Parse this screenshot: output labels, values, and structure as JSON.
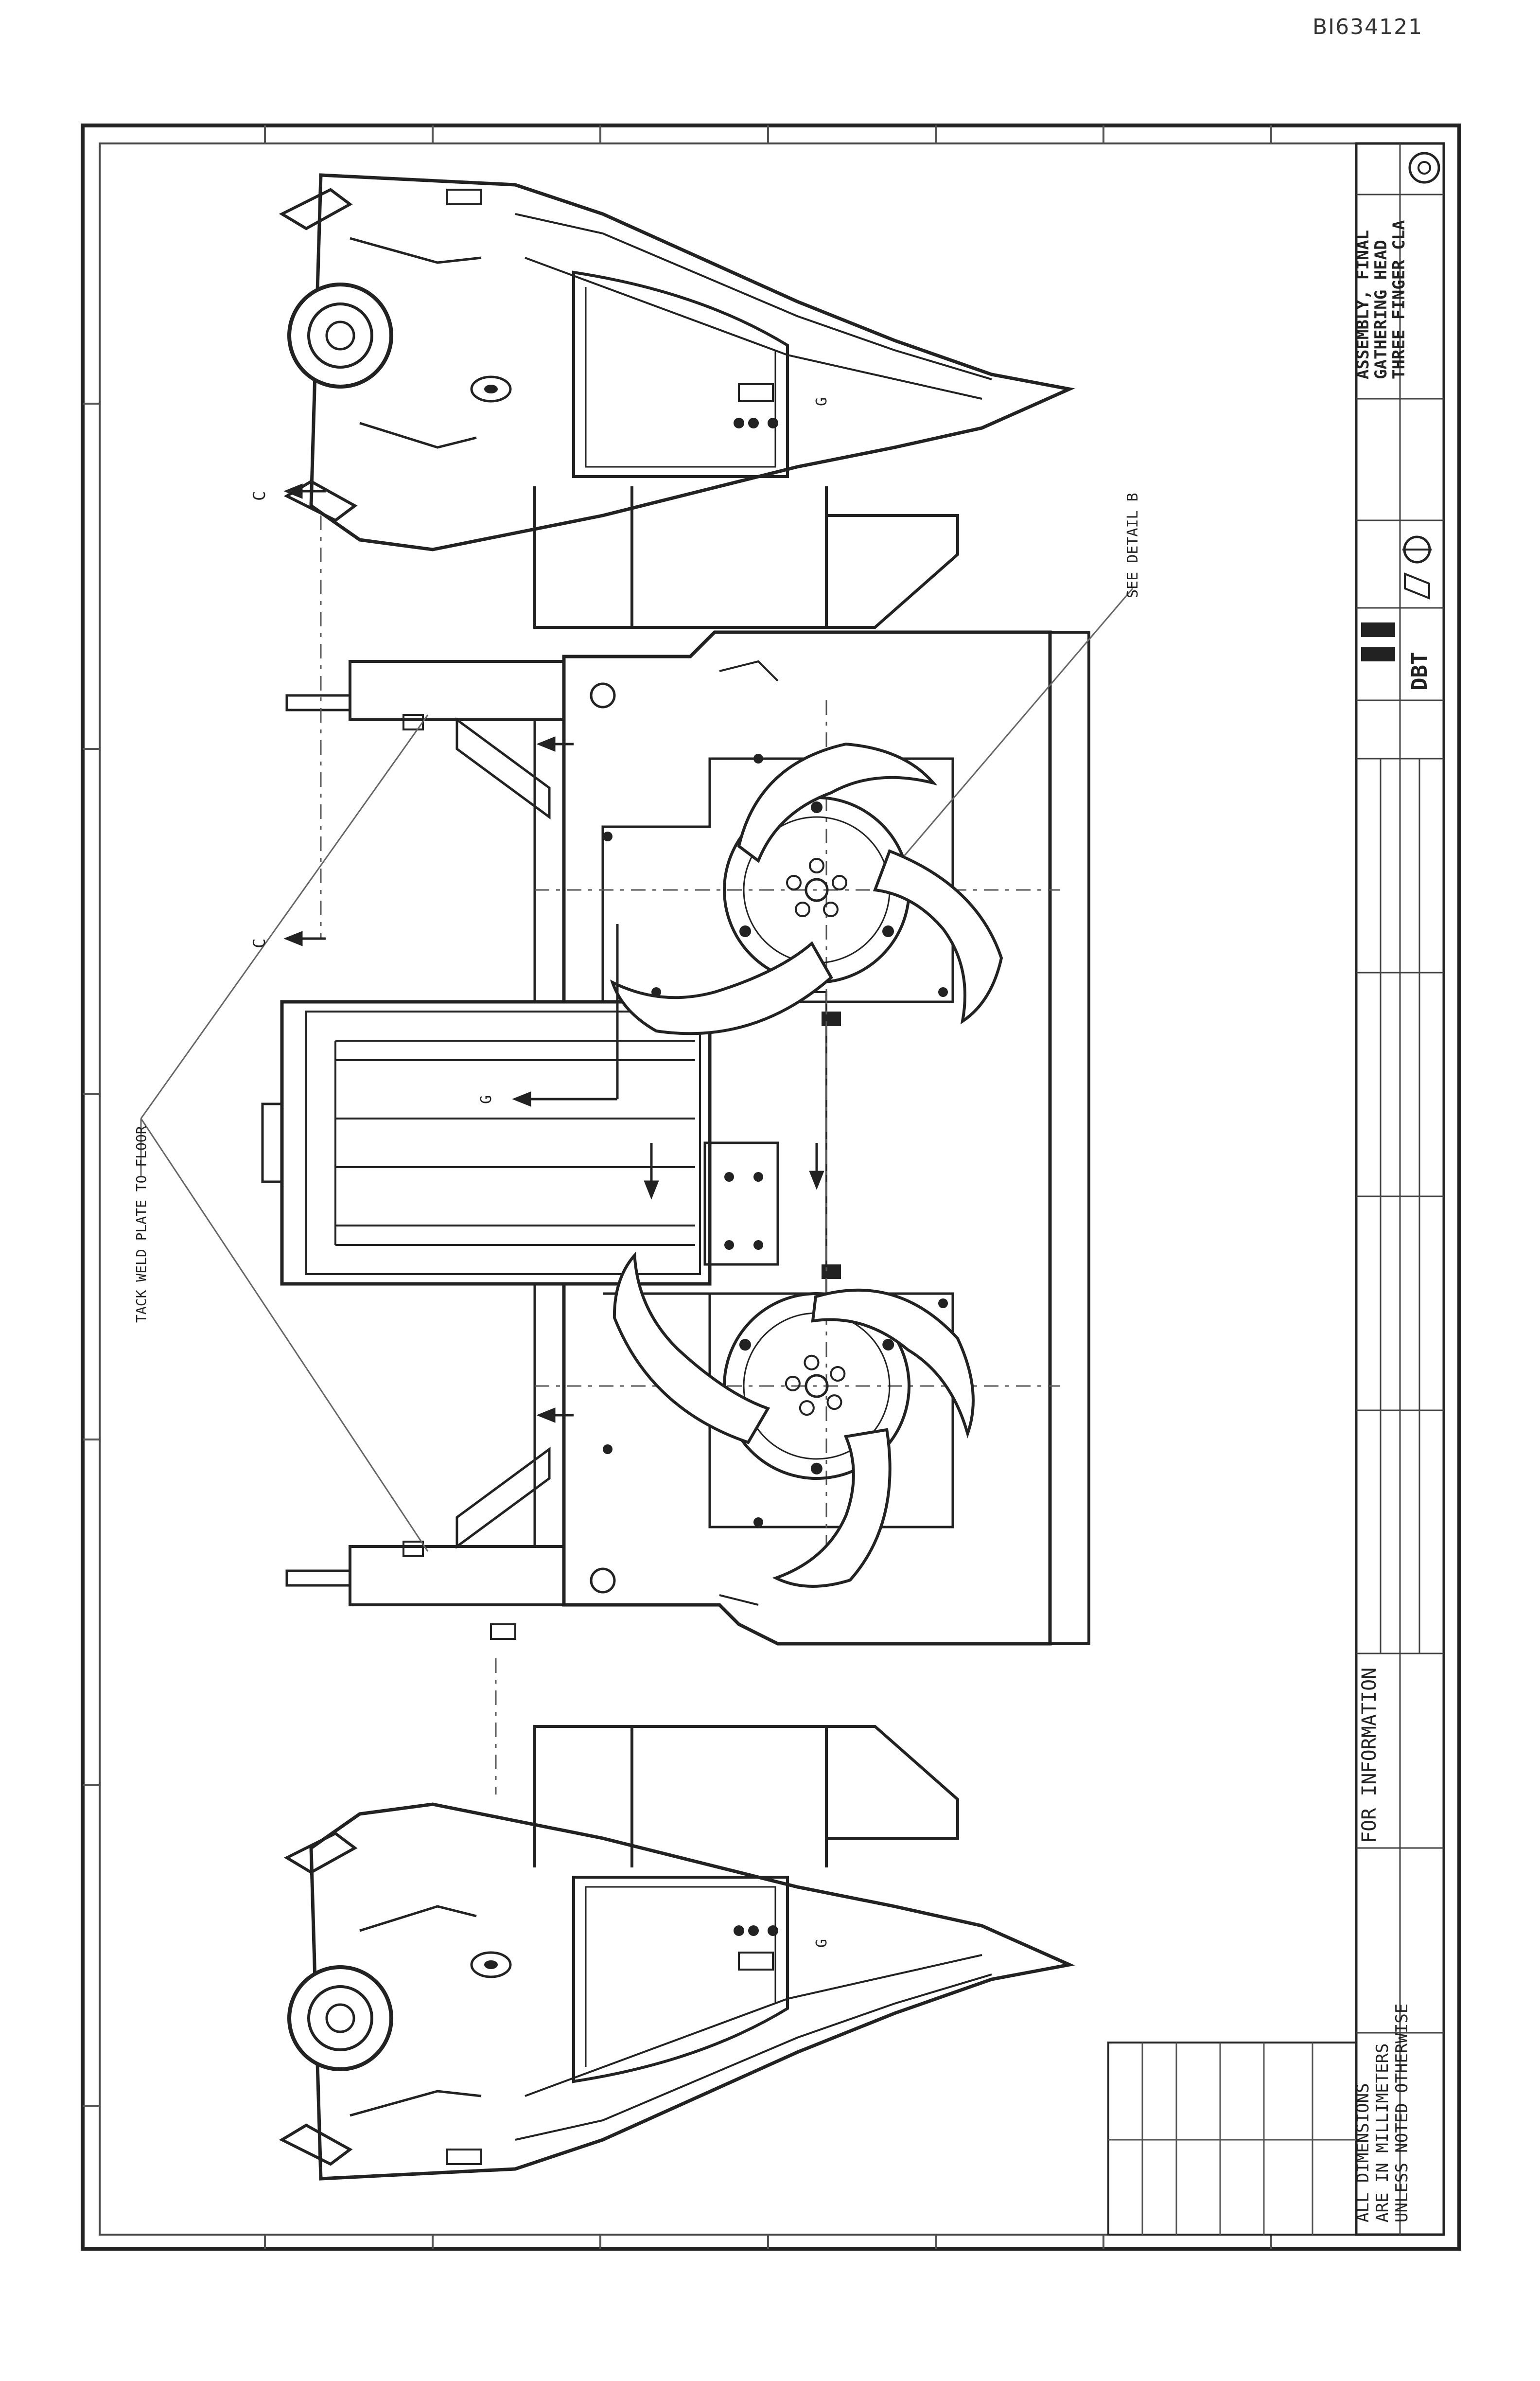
{
  "document_id": "BI634121",
  "labels": {
    "section_c_top": "C",
    "section_c_mid": "C",
    "see_detail": "SEE DETAIL B",
    "weld_note": "TACK WELD PLATE TO FLOOR",
    "g_marker_top": "G",
    "g_marker_mid": "G",
    "g_marker_bottom": "G"
  },
  "title_block": {
    "title_lines": [
      "ASSEMBLY, FINAL",
      "GATHERING HEAD",
      "THREE FINGER CLA"
    ],
    "company": "DBT",
    "stamp": "FOR INFORMATION",
    "dimensions_note": [
      "ALL DIMENSIONS",
      "ARE IN MILLIMETERS",
      "UNLESS NOTED OTHERWISE"
    ]
  }
}
